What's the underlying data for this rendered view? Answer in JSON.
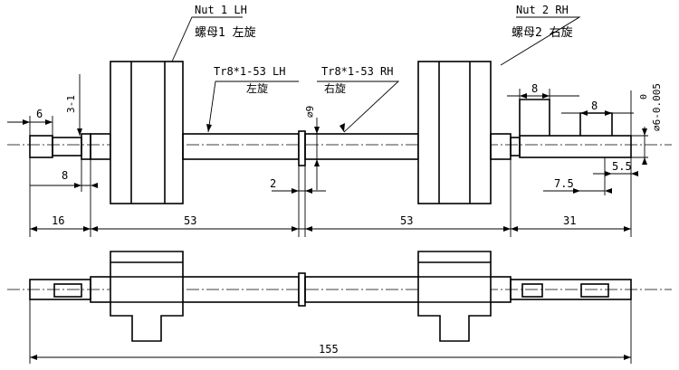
{
  "labels": {
    "nut1_line1": "Nut 1 LH",
    "nut1_line2": "螺母1 左旋",
    "nut2_line1": "Nut 2 RH",
    "nut2_line2": "螺母2 右旋",
    "thread_lh_line1": "Tr8*1-53 LH",
    "thread_lh_line2": "左旋",
    "thread_rh_line1": "Tr8*1-53 RH",
    "thread_rh_line2": "右旋"
  },
  "dimensions": {
    "end_left_6": "6",
    "chamfer": "3-1",
    "end_left_8": "8",
    "dia_9": "⌀9",
    "collar_2": "2",
    "right_8a": "8",
    "right_8b": "8",
    "dia_6_tol_upper": "0",
    "dia_6_tol": "⌀6-0.005",
    "right_5_5": "5.5",
    "right_7_5": "7.5",
    "len_16": "16",
    "len_53_left": "53",
    "len_53_right": "53",
    "len_31": "31",
    "total_155": "155"
  }
}
